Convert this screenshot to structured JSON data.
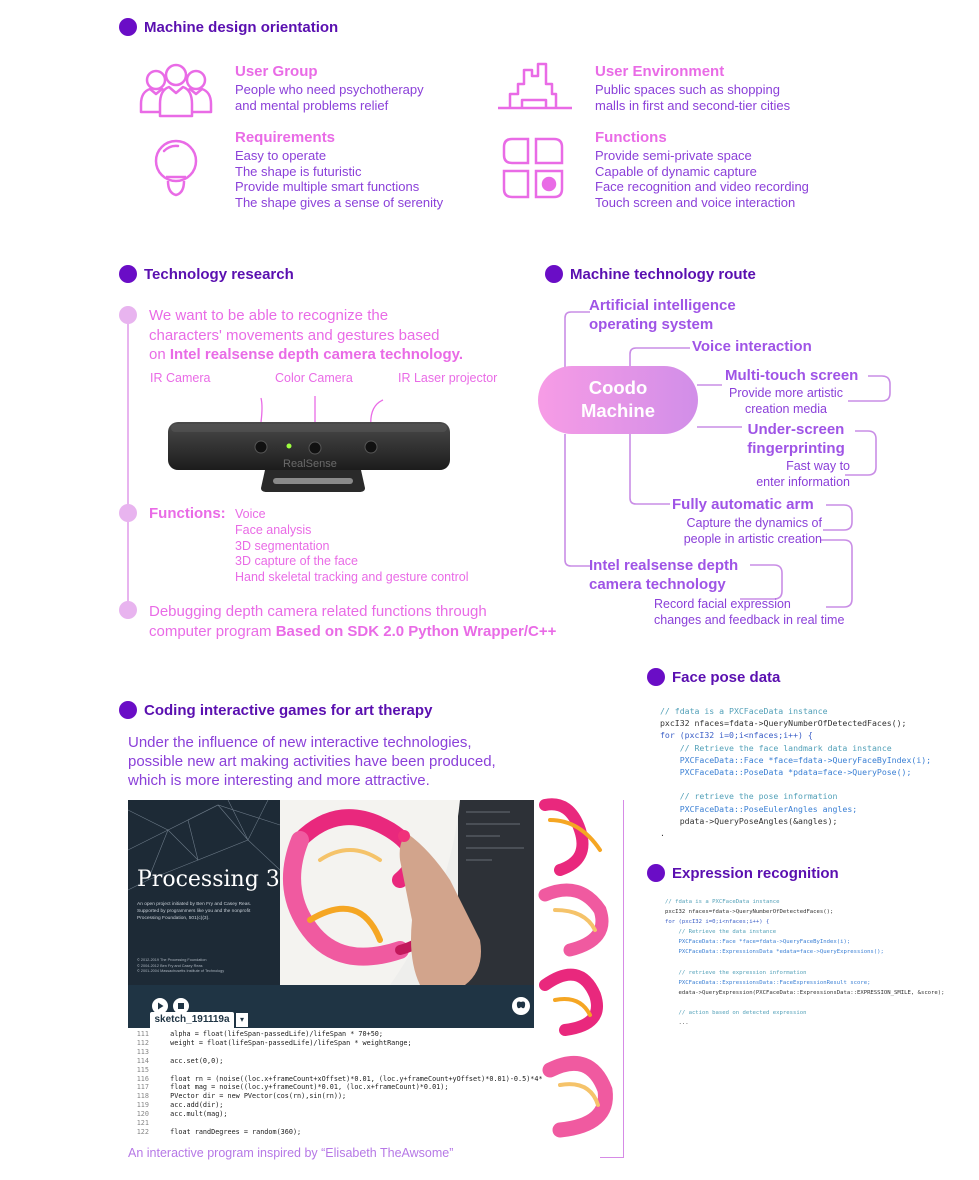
{
  "orientation": {
    "title": "Machine design orientation",
    "user_group": {
      "title": "User Group",
      "lines": [
        "People who need psychotherapy",
        "and mental problems relief"
      ]
    },
    "user_env": {
      "title": "User Environment",
      "lines": [
        "Public spaces such as shopping",
        "malls in first and second-tier cities"
      ]
    },
    "requirements": {
      "title": "Requirements",
      "lines": [
        "Easy to operate",
        "The shape is futuristic",
        "Provide multiple smart functions",
        "The shape gives a sense of serenity"
      ]
    },
    "functions": {
      "title": "Functions",
      "lines": [
        "Provide semi-private space",
        "Capable of dynamic capture",
        "Face recognition and video recording",
        "Touch screen and voice interaction"
      ]
    }
  },
  "tech_research": {
    "title": "Technology research",
    "intro_1": "We want to be able to recognize the",
    "intro_2": "characters' movements and gestures based",
    "intro_3_plain": "on ",
    "intro_3_bold": "Intel realsense depth camera technology.",
    "label_ir": "IR Camera",
    "label_color": "Color Camera",
    "label_laser": "IR Laser projector",
    "device_text": "RealSense",
    "functions_title": "Functions:",
    "functions": [
      "Voice",
      "Face analysis",
      "3D segmentation",
      "3D capture of the face",
      "Hand skeletal tracking and gesture control"
    ],
    "debug_1": "Debugging depth camera related functions through",
    "debug_2_plain": "computer program ",
    "debug_2_bold": "Based on SDK 2.0 Python Wrapper/C++"
  },
  "route": {
    "title": "Machine technology route",
    "center_1": "Coodo",
    "center_2": "Machine",
    "ai_1": "Artificial intelligence",
    "ai_2": "operating system",
    "voice": "Voice interaction",
    "multitouch": "Multi-touch screen",
    "multitouch_sub_1": "Provide more artistic",
    "multitouch_sub_2": "creation media",
    "fp_1": "Under-screen",
    "fp_2": "fingerprinting",
    "fp_sub_1": "Fast way to",
    "fp_sub_2": "enter information",
    "arm": "Fully automatic arm",
    "arm_sub_1": "Capture the dynamics of",
    "arm_sub_2": "people in artistic creation",
    "intel_1": "Intel realsense depth",
    "intel_2": "camera technology",
    "intel_sub_1": "Record facial expression",
    "intel_sub_2": "changes and feedback in real time"
  },
  "face_pose": {
    "title": "Face pose data",
    "code": [
      "// fdata is a PXCFaceData instance",
      "pxcI32 nfaces=fdata->QueryNumberOfDetectedFaces();",
      "for (pxcI32 i=0;i<nfaces;i++) {",
      "    // Retrieve the face landmark data instance",
      "    PXCFaceData::Face *face=fdata->QueryFaceByIndex(i);",
      "    PXCFaceData::PoseData *pdata=face->QueryPose();",
      "",
      "    // retrieve the pose information",
      "    PXCFaceData::PoseEulerAngles angles;",
      "    pdata->QueryPoseAngles(&angles);",
      "."
    ]
  },
  "expression": {
    "title": "Expression recognition",
    "code": [
      "// fdata is a PXCFaceData instance",
      "pxcI32 nfaces=fdata->QueryNumberOfDetectedFaces();",
      "for (pxcI32 i=0;i<nfaces;i++) {",
      "    // Retrieve the data instance",
      "    PXCFaceData::Face *face=fdata->QueryFaceByIndex(i);",
      "    PXCFaceData::ExpressionsData *edata=face->QueryExpressions();",
      "",
      "    // retrieve the expression information",
      "    PXCFaceData::ExpressionsData::FaceExpressionResult score;",
      "    edata->QueryExpression(PXCFaceData::ExpressionsData::EXPRESSION_SMILE, &score);",
      "",
      "    // action based on detected expression",
      "    ..."
    ]
  },
  "coding": {
    "title": "Coding interactive games for art therapy",
    "intro_1": "Under the influence of new interactive technologies,",
    "intro_2": "possible new art making activities have been produced,",
    "intro_3": "which is more interesting and more attractive.",
    "processing_title": "Processing 3",
    "processing_desc_1": "An open project initiated by Ben Fry and Casey Reas.",
    "processing_desc_2": "Supported by programmers like you and the nonprofit",
    "processing_desc_3": "Processing Foundation, 501(c)(3).",
    "copyright_1": "© 2012-2019 The Processing Foundation",
    "copyright_2": "© 2004-2012 Ben Fry and Casey Reas",
    "copyright_3": "© 2001-2004 Massachusetts Institute of Technology",
    "sketch_tab": "sketch_191119a",
    "line_numbers": [
      "111",
      "112",
      "113",
      "114",
      "115",
      "116",
      "117",
      "118",
      "119",
      "120",
      "121",
      "122"
    ],
    "code": [
      "  alpha = float(lifeSpan-passedLife)/lifeSpan * 70+50;",
      "  weight = float(lifeSpan-passedLife)/lifeSpan * weightRange;",
      "",
      "  acc.set(0,0);",
      "",
      "  float rn = (noise((loc.x+frameCount+xOffset)*0.01, (loc.y+frameCount+yOffset)*0.01)-0.5)*4*",
      "  float mag = noise((loc.y+frameCount)*0.01, (loc.x+frameCount)*0.01);",
      "  PVector dir = new PVector(cos(rn),sin(rn));",
      "  acc.add(dir);",
      "  acc.mult(mag);",
      "",
      "  float randDegrees = random(360);"
    ],
    "caption": "An interactive program inspired by “Elisabeth TheAwsome”"
  }
}
